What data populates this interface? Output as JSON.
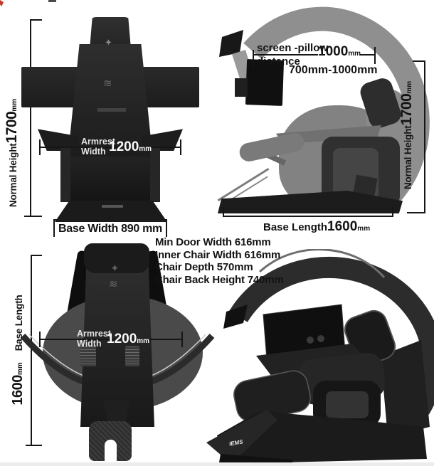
{
  "front_view": {
    "height_dim": {
      "label": "Normal Height",
      "value": "1700",
      "unit": "mm"
    },
    "armrest_dim": {
      "label_line1": "Armrest",
      "label_line2": "Width",
      "value": "1200",
      "unit": "mm"
    },
    "base_width_dim": {
      "label": "Base Width 890 mm"
    }
  },
  "side_view": {
    "screen_pillow_dim": {
      "label_line1": "screen -pillow",
      "label_line2": "distance",
      "value": "1000",
      "unit": "mm",
      "range": "700mm-1000mm"
    },
    "height_dim": {
      "label": "Normal Height",
      "value": "1700",
      "unit": "mm"
    },
    "base_length_dim": {
      "label": "Base Length",
      "value": "1600",
      "unit": "mm"
    }
  },
  "specs": [
    "Min Door Width 616mm",
    "Inner Chair Width 616mm",
    "Chair Depth 570mm",
    "Chair Back  Height 740mm"
  ],
  "top_view": {
    "base_length_dim": {
      "label": "Base Length",
      "value": "1600",
      "unit": "mm"
    },
    "armrest_dim": {
      "label_line1": "Armrest",
      "label_line2": "Width",
      "value": "1200",
      "unit": "mm"
    }
  },
  "perspective_view": {
    "brand": "IEMS"
  },
  "colors": {
    "dim_line": "#161616",
    "chair_dark": "#1e1e1e",
    "chair_gray": "#8a8a8a",
    "cushion": "#333333",
    "text": "#141414",
    "white_text": "#f5f5f5"
  }
}
